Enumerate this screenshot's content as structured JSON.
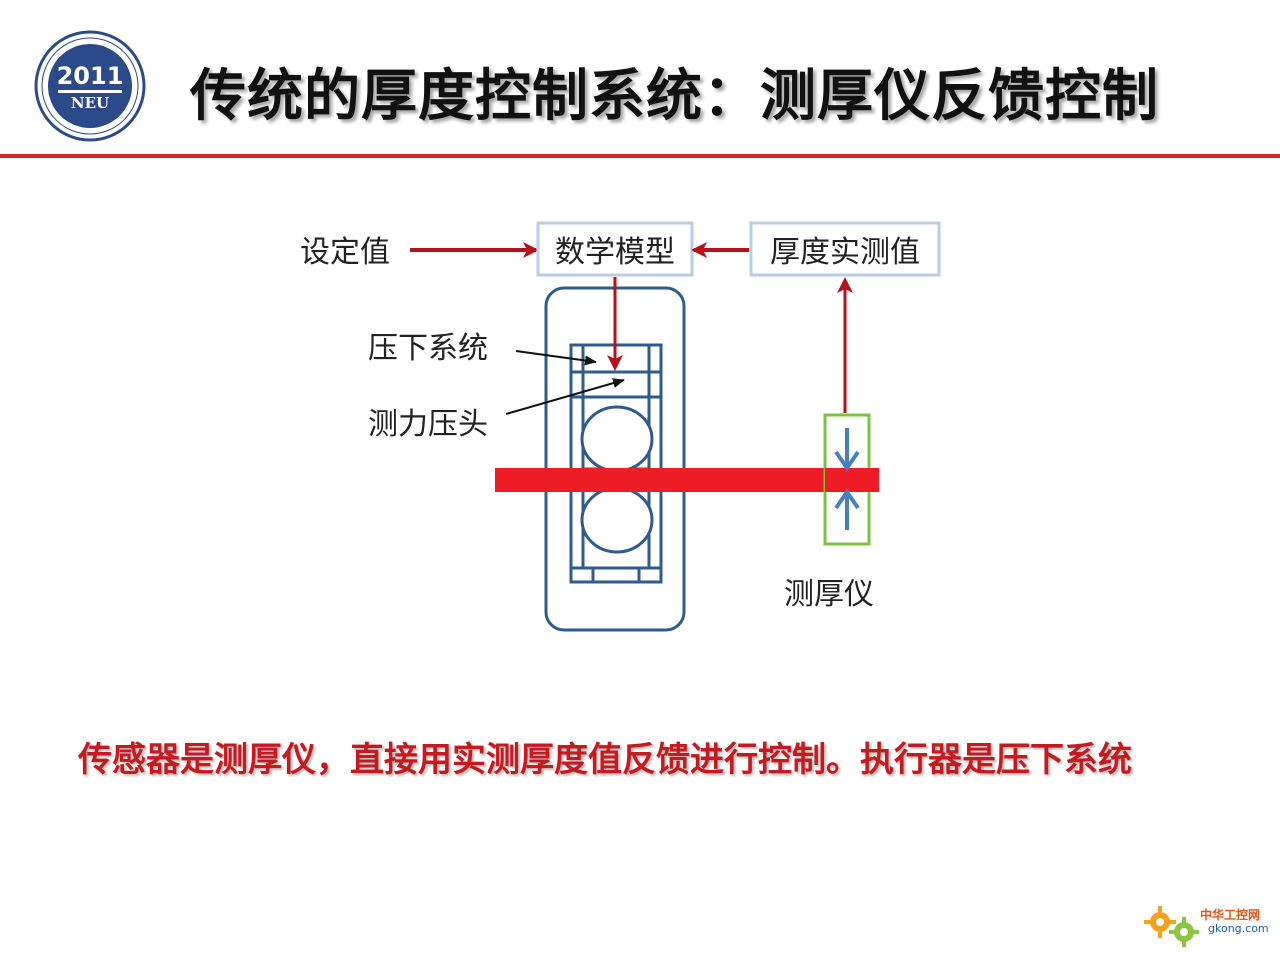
{
  "header": {
    "title": "传统的厚度控制系统：测厚仪反馈控制",
    "logo_year": "2011",
    "logo_abbr": "NEU"
  },
  "diagram": {
    "setpoint_label": "设定值",
    "model_box_label": "数学模型",
    "measured_box_label": "厚度实测值",
    "screwdown_label": "压下系统",
    "loadcell_label": "测力压头",
    "gauge_label": "测厚仪"
  },
  "caption": "传感器是测厚仪，直接用实测厚度值反馈进行控制。执行器是压下系统",
  "watermark": {
    "site_name": "中华工控网",
    "site_url": "gkong.com"
  },
  "colors": {
    "accent_red": "#d6242a",
    "arrow_red": "#b5121b",
    "mill_blue": "#2f5b8e",
    "box_border": "#b9cde5",
    "gauge_green": "#7dc142",
    "gauge_arrow": "#4a7ec2"
  }
}
